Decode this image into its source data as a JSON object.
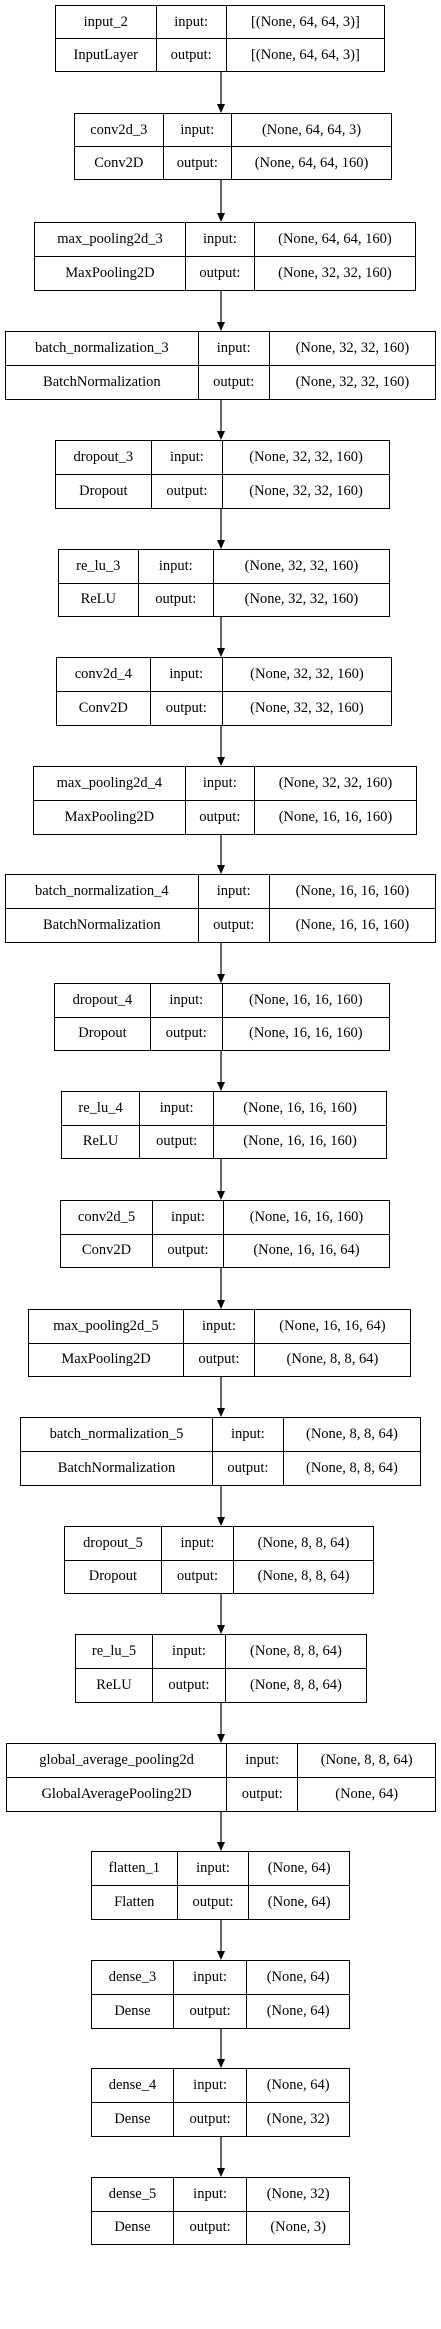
{
  "labels": {
    "input": "input:",
    "output": "output:"
  },
  "layers": [
    {
      "name": "input_2",
      "type": "InputLayer",
      "input": "[(None, 64, 64, 3)]",
      "output": "[(None, 64, 64, 3)]"
    },
    {
      "name": "conv2d_3",
      "type": "Conv2D",
      "input": "(None, 64, 64, 3)",
      "output": "(None, 64, 64, 160)"
    },
    {
      "name": "max_pooling2d_3",
      "type": "MaxPooling2D",
      "input": "(None, 64, 64, 160)",
      "output": "(None, 32, 32, 160)"
    },
    {
      "name": "batch_normalization_3",
      "type": "BatchNormalization",
      "input": "(None, 32, 32, 160)",
      "output": "(None, 32, 32, 160)"
    },
    {
      "name": "dropout_3",
      "type": "Dropout",
      "input": "(None, 32, 32, 160)",
      "output": "(None, 32, 32, 160)"
    },
    {
      "name": "re_lu_3",
      "type": "ReLU",
      "input": "(None, 32, 32, 160)",
      "output": "(None, 32, 32, 160)"
    },
    {
      "name": "conv2d_4",
      "type": "Conv2D",
      "input": "(None, 32, 32, 160)",
      "output": "(None, 32, 32, 160)"
    },
    {
      "name": "max_pooling2d_4",
      "type": "MaxPooling2D",
      "input": "(None, 32, 32, 160)",
      "output": "(None, 16, 16, 160)"
    },
    {
      "name": "batch_normalization_4",
      "type": "BatchNormalization",
      "input": "(None, 16, 16, 160)",
      "output": "(None, 16, 16, 160)"
    },
    {
      "name": "dropout_4",
      "type": "Dropout",
      "input": "(None, 16, 16, 160)",
      "output": "(None, 16, 16, 160)"
    },
    {
      "name": "re_lu_4",
      "type": "ReLU",
      "input": "(None, 16, 16, 160)",
      "output": "(None, 16, 16, 160)"
    },
    {
      "name": "conv2d_5",
      "type": "Conv2D",
      "input": "(None, 16, 16, 160)",
      "output": "(None, 16, 16, 64)"
    },
    {
      "name": "max_pooling2d_5",
      "type": "MaxPooling2D",
      "input": "(None, 16, 16, 64)",
      "output": "(None, 8, 8, 64)"
    },
    {
      "name": "batch_normalization_5",
      "type": "BatchNormalization",
      "input": "(None, 8, 8, 64)",
      "output": "(None, 8, 8, 64)"
    },
    {
      "name": "dropout_5",
      "type": "Dropout",
      "input": "(None, 8, 8, 64)",
      "output": "(None, 8, 8, 64)"
    },
    {
      "name": "re_lu_5",
      "type": "ReLU",
      "input": "(None, 8, 8, 64)",
      "output": "(None, 8, 8, 64)"
    },
    {
      "name": "global_average_pooling2d",
      "type": "GlobalAveragePooling2D",
      "input": "(None, 8, 8, 64)",
      "output": "(None, 64)"
    },
    {
      "name": "flatten_1",
      "type": "Flatten",
      "input": "(None, 64)",
      "output": "(None, 64)"
    },
    {
      "name": "dense_3",
      "type": "Dense",
      "input": "(None, 64)",
      "output": "(None, 64)"
    },
    {
      "name": "dense_4",
      "type": "Dense",
      "input": "(None, 64)",
      "output": "(None, 32)"
    },
    {
      "name": "dense_5",
      "type": "Dense",
      "input": "(None, 32)",
      "output": "(None, 3)"
    }
  ]
}
